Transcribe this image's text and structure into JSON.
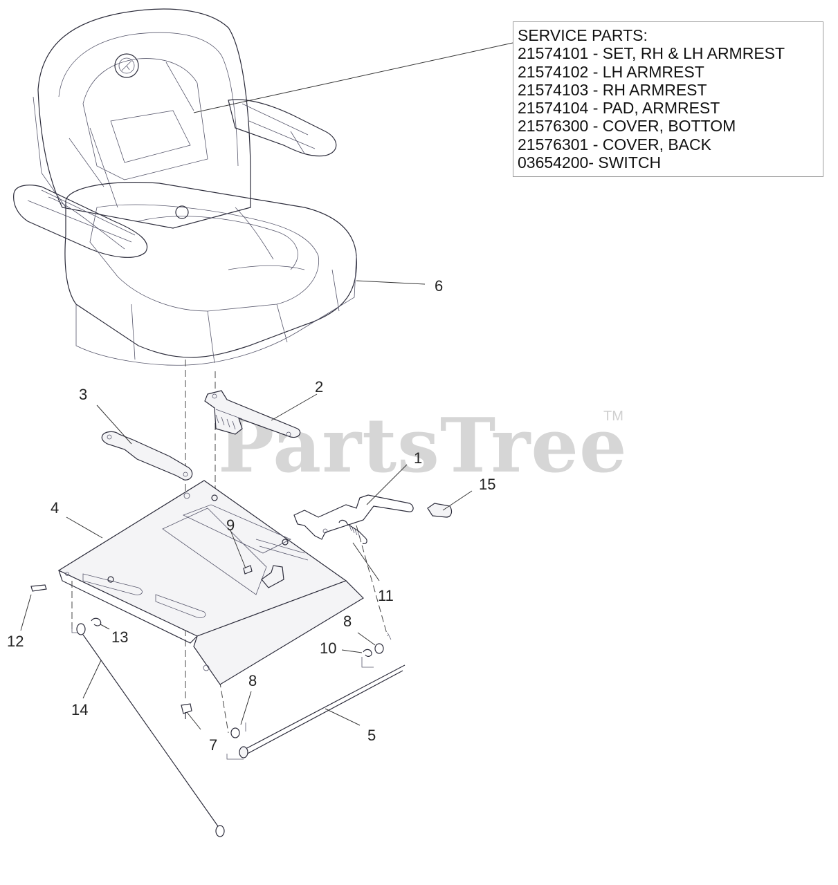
{
  "watermark": {
    "text": "PartsTree",
    "trademark": "TM"
  },
  "service_parts": {
    "title": "SERVICE PARTS:",
    "items": [
      "21574101 - SET, RH & LH ARMREST",
      "21574102 - LH ARMREST",
      "21574103 - RH ARMREST",
      "21574104 - PAD, ARMREST",
      "21576300 - COVER, BOTTOM",
      "21576301 - COVER, BACK",
      "03654200- SWITCH"
    ]
  },
  "callouts": [
    "1",
    "2",
    "3",
    "4",
    "5",
    "6",
    "7",
    "8",
    "8",
    "9",
    "10",
    "11",
    "12",
    "13",
    "14",
    "15"
  ]
}
